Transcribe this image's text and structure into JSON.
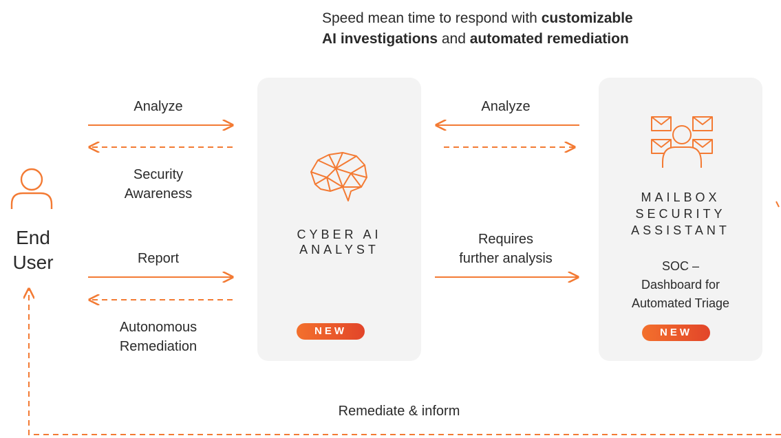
{
  "headline": {
    "part1": "Speed mean time to respond with ",
    "bold1": "customizable",
    "bold2": "AI investigations",
    "part2": " and ",
    "bold3": "automated remediation"
  },
  "end_user": {
    "label": "End\nUser",
    "icon": "user-icon"
  },
  "left_flows": {
    "analyze": "Analyze",
    "security_awareness": "Security\nAwareness",
    "report": "Report",
    "autonomous_remediation": "Autonomous\nRemediation"
  },
  "cyber_ai_analyst": {
    "title": "CYBER AI\nANALYST",
    "badge": "NEW",
    "icon": "brain-icon"
  },
  "middle_flows": {
    "analyze": "Analyze",
    "requires": "Requires\nfurther analysis"
  },
  "mailbox_assistant": {
    "title": "MAILBOX\nSECURITY\nASSISTANT",
    "subtitle": "SOC –\nDashboard for\nAutomated Triage",
    "badge": "NEW",
    "icon": "mailbox-analyst-icon"
  },
  "bottom": {
    "remediate": "Remediate & inform"
  },
  "colors": {
    "accent": "#f37a33",
    "badge_start": "#f3702c",
    "badge_end": "#e2452a",
    "card_bg": "#f3f3f3"
  }
}
